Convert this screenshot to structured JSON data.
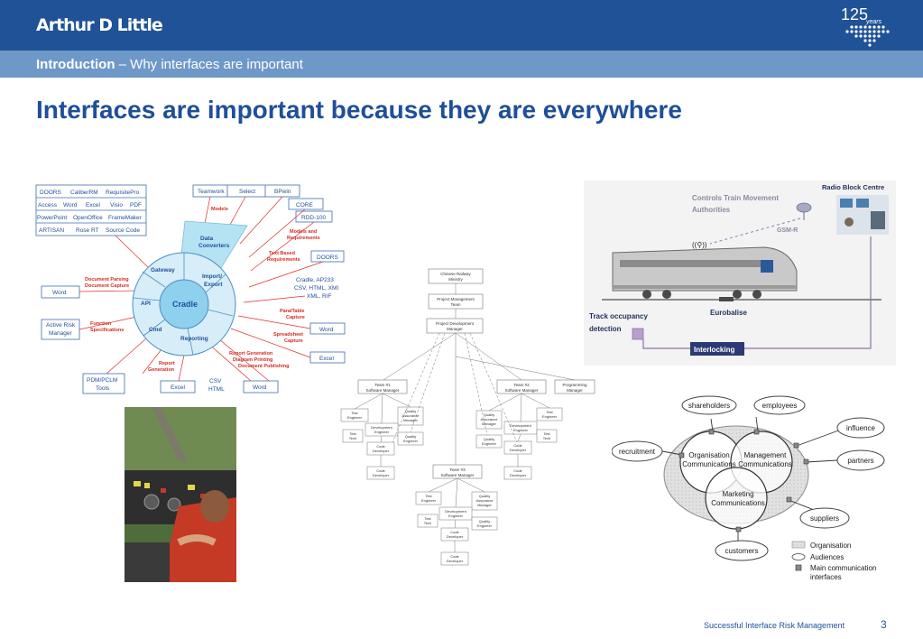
{
  "header": {
    "logo": "Arthur D Little",
    "badge_number": "125",
    "badge_word": "years",
    "section_bold": "Introduction",
    "section_rest": " – Why interfaces are important"
  },
  "headline": "Interfaces are important because they are everywhere",
  "cradle": {
    "tools_left": [
      [
        "DOORS",
        "CaliberRM",
        "RequisitePro"
      ],
      [
        "Access",
        "Word",
        "Excel",
        "Visio",
        "PDF"
      ],
      [
        "PowerPoint",
        "OpenOffice",
        "FrameMaker"
      ],
      [
        "ARTISAN",
        "Rose RT",
        "Source Code"
      ]
    ],
    "tools_top": [
      "Teamwork",
      "Select",
      "BPwin"
    ],
    "core": "CORE",
    "rdd": "RDD-100",
    "center": "Cradle",
    "sectors": {
      "gateway": "Gateway",
      "data_converters_1": "Data",
      "data_converters_2": "Converters",
      "import_export_1": "Import/",
      "import_export_2": "Export",
      "api": "API",
      "cmd": "Cmd",
      "reporting": "Reporting"
    },
    "labels": {
      "models": "Models",
      "models_req_1": "Models and",
      "models_req_2": "Requirements",
      "text_based_1": "Text Based",
      "text_based_2": "Requirements",
      "doors_r": "DOORS",
      "cradle_ap_1": "Cradle, AP233",
      "cradle_ap_2": "CSV, HTML, XMI",
      "cradle_ap_3": "XML, RIF",
      "para_1": "Para/Table",
      "para_2": "Capture",
      "word_r": "Word",
      "spread_1": "Spreadsheet",
      "spread_2": "Capture",
      "excel_r": "Excel",
      "report_gen_1": "Report Generation",
      "report_gen_2": "Diagram Printing",
      "report_gen_3": "Document Publishing",
      "doc_parsing_1": "Document Parsing",
      "doc_parsing_2": "Document Capture",
      "word_l": "Word",
      "active_risk_1": "Active Risk",
      "active_risk_2": "Manager",
      "function_1": "Function",
      "function_2": "Specifications",
      "report_1": "Report",
      "report_2": "Generation",
      "pdm_1": "PDM/PCLM",
      "pdm_2": "Tools",
      "excel_b": "Excel",
      "csv_1": "CSV",
      "csv_2": "HTML",
      "word_b": "Word"
    }
  },
  "org_chart": {
    "ministry_1": "Chinese Railway",
    "ministry_2": "Ministry",
    "pmt_1": "Project Management",
    "pmt_2": "Team",
    "pdm_1": "Project Development",
    "pdm_2": "Manager",
    "team1_1": "Team #1",
    "team1_2": "Software Manager",
    "team2_1": "Team #2",
    "team2_2": "Software Manager",
    "team3_1": "Team #3",
    "team3_2": "Software Manager",
    "prog_1": "Programming",
    "prog_2": "Manager",
    "test_eng_1": "Test",
    "test_eng_2": "Engineer",
    "qam_1": "Quality",
    "qam_2": "Assurance",
    "qam_3": "Manager",
    "dev_eng_1": "Development",
    "dev_eng_2": "Engineer",
    "test_tech_1": "Test",
    "test_tech_2": "Tech",
    "qual_eng_1": "Quality",
    "qual_eng_2": "Engineer",
    "code_dev_1": "Code",
    "code_dev_2": "Developer"
  },
  "train_diagram": {
    "controls_1": "Controls Train Movement",
    "controls_2": "Authorities",
    "rbc": "Radio Block Centre",
    "gsmr": "GSM-R",
    "track_1": "Track occupancy",
    "track_2": "detection",
    "eurobalise": "Eurobalise",
    "interlocking": "Interlocking"
  },
  "comm_diagram": {
    "shareholders": "shareholders",
    "employees": "employees",
    "influence": "influence",
    "partners": "partners",
    "suppliers": "suppliers",
    "customers": "customers",
    "recruitment": "recruitment",
    "org_comm_1": "Organisation",
    "org_comm_2": "Communications",
    "mgmt_comm_1": "Management",
    "mgmt_comm_2": "Communications",
    "mkt_comm_1": "Marketing",
    "mkt_comm_2": "Communications",
    "legend_org": "Organisation",
    "legend_aud": "Audiences",
    "legend_main_1": "Main communication",
    "legend_main_2": "interfaces"
  },
  "footer": {
    "text": "Successful Interface Risk Management",
    "page": "3"
  }
}
